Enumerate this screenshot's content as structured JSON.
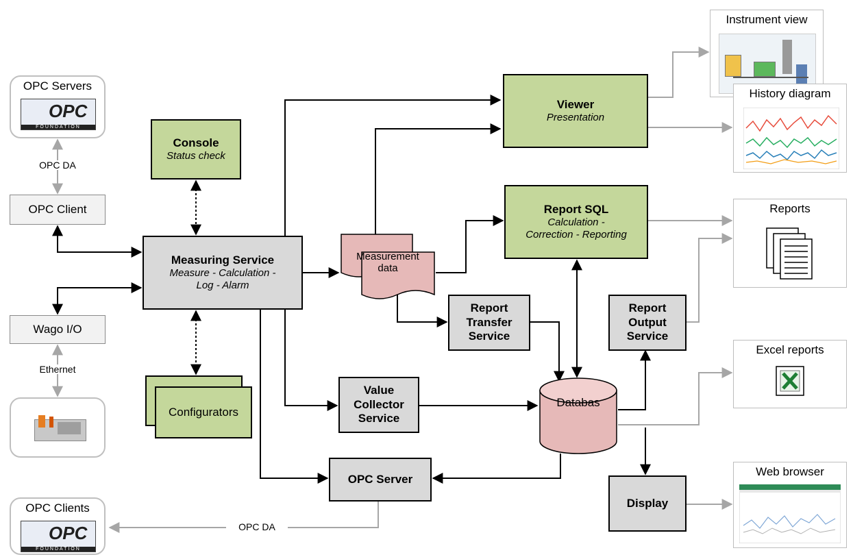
{
  "opc_servers": {
    "title": "OPC Servers",
    "logo_text": "OPC",
    "logo_sub": "FOUNDATION"
  },
  "opc_da_top": "OPC DA",
  "opc_client": "OPC Client",
  "wago": "Wago I/O",
  "ethernet": "Ethernet",
  "opc_clients": {
    "title": "OPC Clients",
    "logo_text": "OPC",
    "logo_sub": "FOUNDATION"
  },
  "opc_da_bottom": "OPC DA",
  "console": {
    "title": "Console",
    "subtitle": "Status check"
  },
  "configurators": "Configurators",
  "measuring_service": {
    "title": "Measuring Service",
    "line1": "Measure - Calculation -",
    "line2": "Log - Alarm"
  },
  "measurement_data": {
    "line1": "Measurement",
    "line2": "data"
  },
  "viewer": {
    "title": "Viewer",
    "subtitle": "Presentation"
  },
  "report_sql": {
    "title": "Report SQL",
    "line1": "Calculation -",
    "line2": "Correction - Reporting"
  },
  "report_transfer": {
    "line1": "Report",
    "line2": "Transfer",
    "line3": "Service"
  },
  "report_output": {
    "line1": "Report",
    "line2": "Output",
    "line3": "Service"
  },
  "value_collector": {
    "line1": "Value",
    "line2": "Collector",
    "line3": "Service"
  },
  "database": "Databas",
  "opc_server": "OPC Server",
  "display": "Display",
  "instrument_view": "Instrument view",
  "history_diagram": "History diagram",
  "reports": "Reports",
  "excel_reports": "Excel reports",
  "web_browser": "Web browser",
  "colors": {
    "green": "#c4d79b",
    "gray": "#d9d9d9",
    "pink": "#e6b9b8",
    "arrow_gray": "#a6a6a6"
  }
}
